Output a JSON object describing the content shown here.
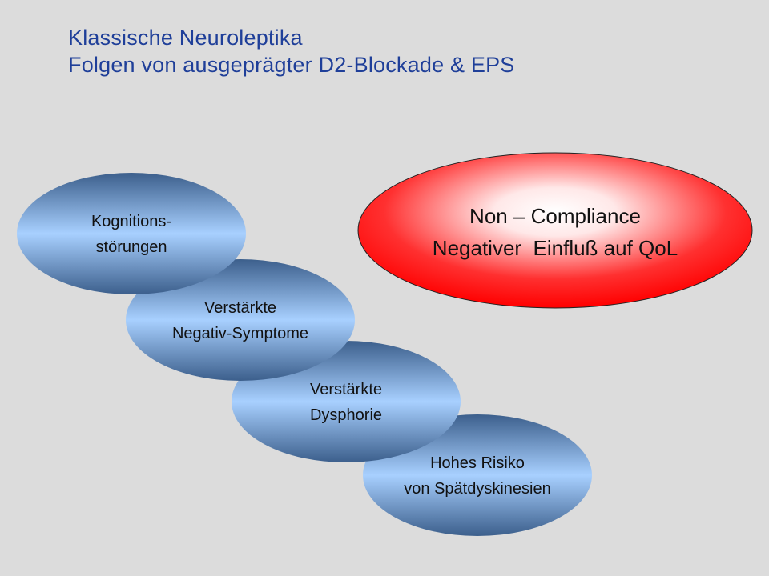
{
  "title": {
    "line1": "Klassische Neuroleptika",
    "line2": "Folgen von ausgeprägter D2-Blockade & EPS"
  },
  "blue_chain": [
    {
      "line1": "Hohes Risiko",
      "line2": "von Spätdyskinesien"
    },
    {
      "line1": "Verstärkte",
      "line2": "Dysphorie"
    },
    {
      "line1": "Verstärkte",
      "line2": "Negativ-Symptome"
    },
    {
      "line1": "Kognitions-",
      "line2": "störungen"
    }
  ],
  "red_outcome": {
    "line1": "Non – Compliance",
    "line2": "Negativer  Einfluß auf QoL"
  },
  "colors": {
    "background": "#dcdcdc",
    "title": "#1f3f99",
    "blue_light": "#a8d0ff",
    "blue_dark": "#3c5f8c",
    "red_light": "#ffffff",
    "red_dark": "#ff0000",
    "text": "#111111"
  }
}
